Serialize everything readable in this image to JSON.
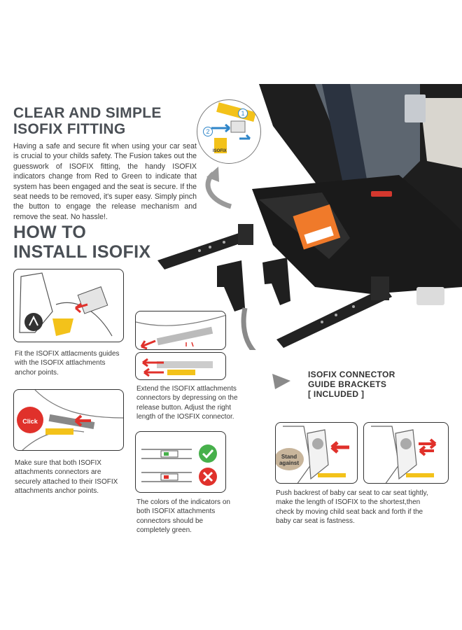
{
  "section1": {
    "title_line1": "CLEAR AND SIMPLE",
    "title_line2": "ISOFIX FITTING",
    "body": "Having a safe and secure fit when using your car seat is crucial to your childs safety. The Fusion takes out the guesswork of ISOFIX fitting, the handy ISOFIX indicators change from Red to Green to indicate that system has been engaged and the seat is secure. If the seat needs to be removed, it's super easy. Simply pinch the button to engage the release mechanism and remove the seat. No hassle!."
  },
  "section2": {
    "title_line1": "HOW TO",
    "title_line2": "INSTALL ISOFIX"
  },
  "badge": {
    "num1": "1",
    "num2": "2",
    "isofix_label": "ISOFIX"
  },
  "brackets_heading": {
    "line1": "ISOFIX CONNECTOR",
    "line2": "GUIDE BRACKETS",
    "line3": "[ INCLUDED ]"
  },
  "steps": {
    "step1": "Fit the ISOFIX attlacments guides with the ISOFIX attlachments anchor points.",
    "step2": "Make sure that both ISOFIX attachments connectors are securely attached to their ISOFIX attachments anchor points.",
    "step3": "Extend the ISOFIX attlachments connectors by depressing on the release button. Adjust the right length of the IOSFIX connector.",
    "step4": "The colors of the indicators on both ISOFIX attachments connectors should be completely green.",
    "step5": "Push backrest of baby car seat to car seat tightly, make the length of ISOFIX to the shortest,then check by moving child seat back and forth if the baby car seat is fastness."
  },
  "callouts": {
    "click": "Click",
    "stand_against": "Stand against",
    "iso_small": "ISOFIX"
  },
  "colors": {
    "heading": "#4a4f55",
    "red": "#e0312b",
    "green": "#47b04b",
    "yellow": "#f3c21a",
    "blue": "#2f86c9",
    "grey_arrow": "#8a8a8a"
  }
}
